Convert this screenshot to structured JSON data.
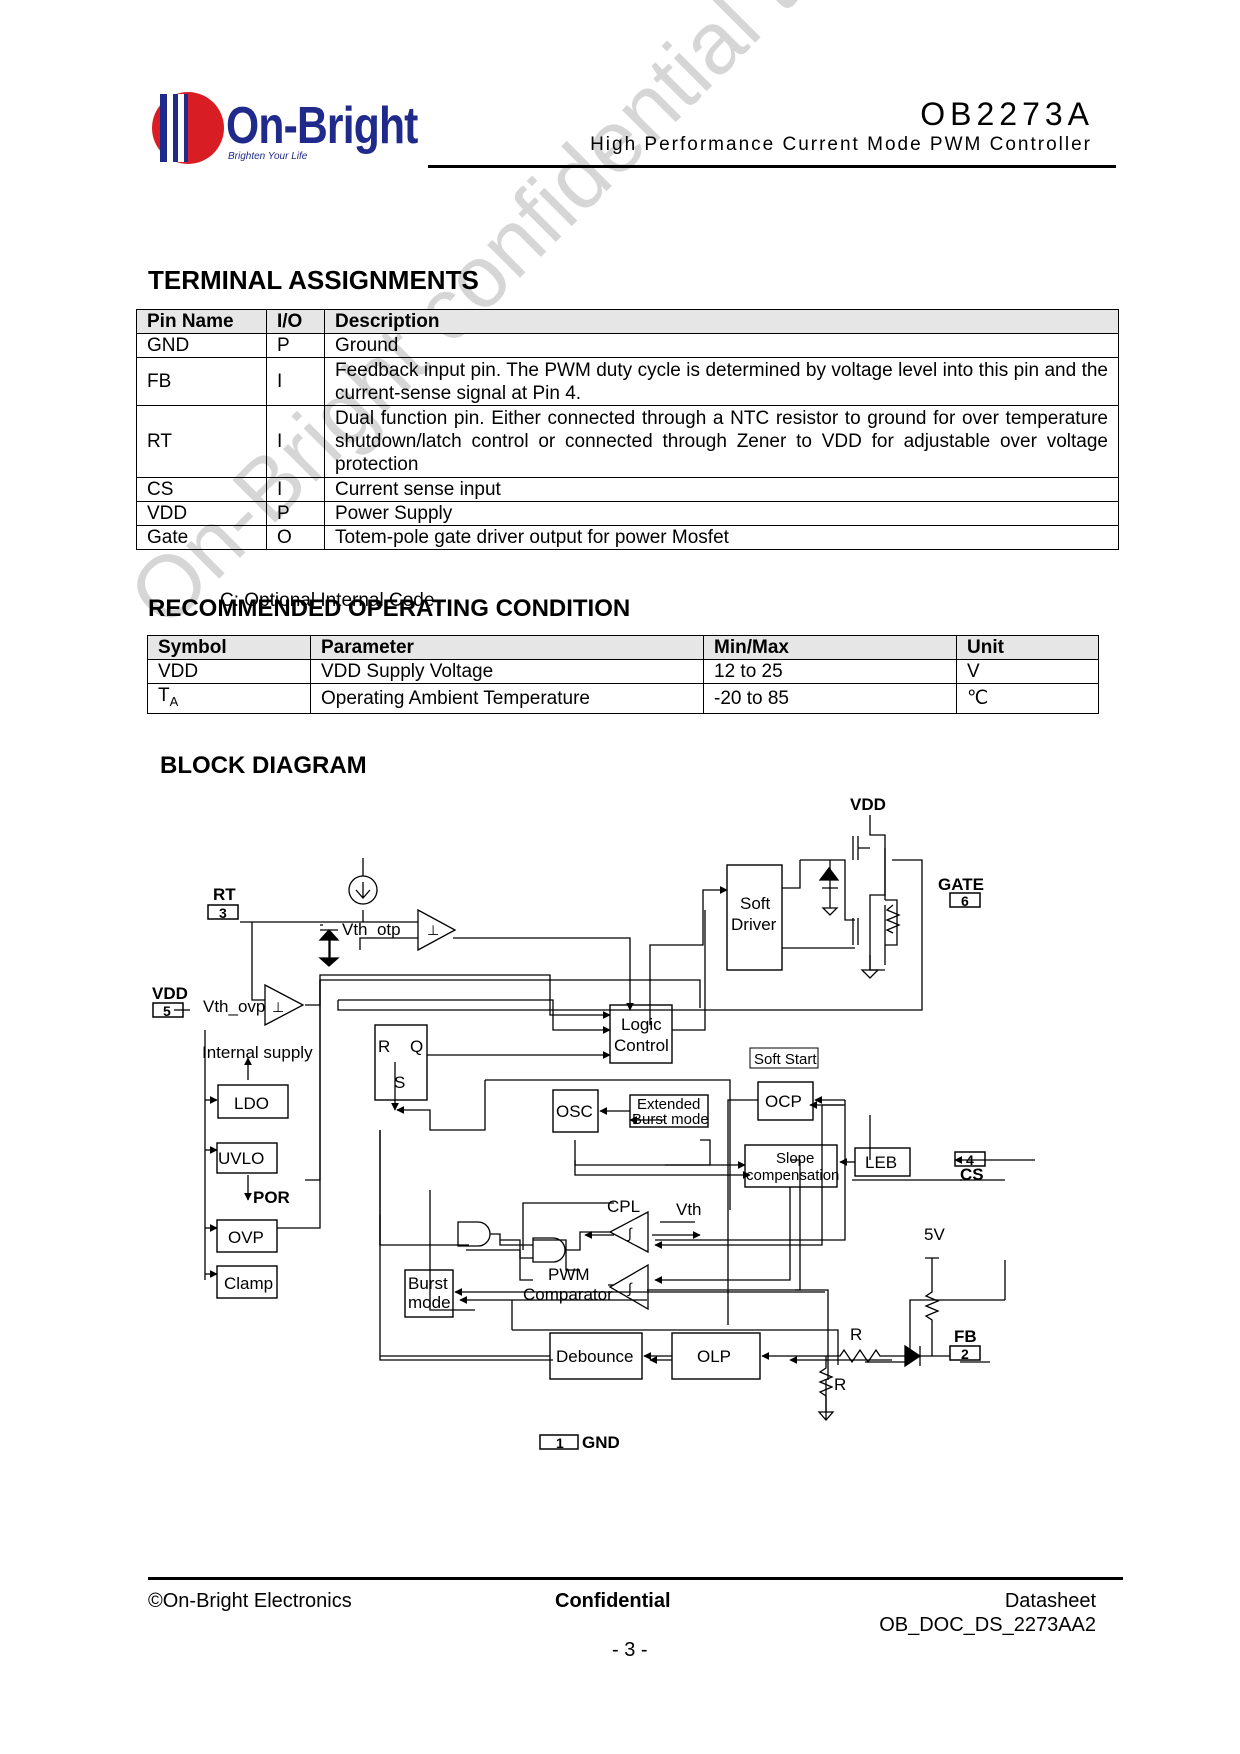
{
  "header": {
    "logo_text": "On-Bright",
    "logo_tagline": "Brighten Your Life",
    "part_number": "OB2273A",
    "part_description": "High Performance Current Mode PWM Controller"
  },
  "terminal": {
    "title": "TERMINAL ASSIGNMENTS",
    "columns": [
      "Pin Name",
      "I/O",
      "Description"
    ],
    "rows": [
      [
        "GND",
        "P",
        "Ground"
      ],
      [
        "FB",
        "I",
        "Feedback input pin. The PWM duty cycle is determined by voltage level into this pin and the current-sense signal at Pin 4."
      ],
      [
        "RT",
        "I",
        "Dual function pin. Either connected through a NTC resistor to ground for over temperature shutdown/latch control or connected through Zener to VDD for adjustable over voltage protection"
      ],
      [
        "CS",
        "I",
        "Current sense input"
      ],
      [
        "VDD",
        "P",
        "Power Supply"
      ],
      [
        "Gate",
        "O",
        "Totem-pole gate driver output for power Mosfet"
      ]
    ]
  },
  "overlap_text": "C: Optional Internal Code",
  "roc": {
    "title": "RECOMMENDED OPERATING CONDITION",
    "columns": [
      "Symbol",
      "Parameter",
      "Min/Max",
      "Unit"
    ],
    "rows": [
      {
        "symbol": "VDD",
        "symbol_sub": "",
        "parameter": "VDD Supply Voltage",
        "minmax": "12 to 25",
        "unit": "V"
      },
      {
        "symbol": "T",
        "symbol_sub": "A",
        "parameter": "Operating Ambient Temperature",
        "minmax": "-20 to 85",
        "unit": "℃"
      }
    ]
  },
  "block_diagram": {
    "title": "BLOCK DIAGRAM",
    "pins": {
      "rt": {
        "name": "RT",
        "num": "3"
      },
      "vdd": {
        "name": "VDD",
        "num": "5"
      },
      "gate": {
        "name": "GATE",
        "num": "6"
      },
      "cs": {
        "name": "CS",
        "num": "4"
      },
      "fb": {
        "name": "FB",
        "num": "2"
      },
      "gnd": {
        "name": "GND",
        "num": "1"
      }
    },
    "labels": {
      "vdd_top": "VDD",
      "vth_otp": "Vth_otp",
      "vth_ovp": "Vth_ovp",
      "internal_supply": "Internal supply",
      "por": "POR",
      "cpl": "CPL",
      "vth": "Vth",
      "pwm_comparator_1": "PWM",
      "pwm_comparator_2": "Comparator",
      "five_v": "5V",
      "r1": "R",
      "r2": "R",
      "latch_r": "R",
      "latch_q": "Q",
      "latch_s": "S"
    },
    "blocks": {
      "soft_driver_1": "Soft",
      "soft_driver_2": "Driver",
      "logic_1": "Logic",
      "logic_2": "Control",
      "soft_start": "Soft Start",
      "ocp": "OCP",
      "osc": "OSC",
      "ext_burst_1": "Extended",
      "ext_burst_2": "Burst mode",
      "slope_1": "Slope",
      "slope_2": "compensation",
      "leb": "LEB",
      "ldo": "LDO",
      "uvlo": "UVLO",
      "ovp": "OVP",
      "clamp": "Clamp",
      "burst_1": "Burst",
      "burst_2": "mode",
      "debounce": "Debounce",
      "olp": "OLP"
    }
  },
  "footer": {
    "copyright": "©On-Bright Electronics",
    "confidential": "Confidential",
    "datasheet": "Datasheet",
    "doc_code": "OB_DOC_DS_2273AA2",
    "page": "- 3 -"
  },
  "watermark": "On-Bright confidential to 英诺尔",
  "colors": {
    "logo_blue": "#1f2a8a",
    "logo_red": "#d81e24",
    "watermark": "#d0d0d0"
  }
}
